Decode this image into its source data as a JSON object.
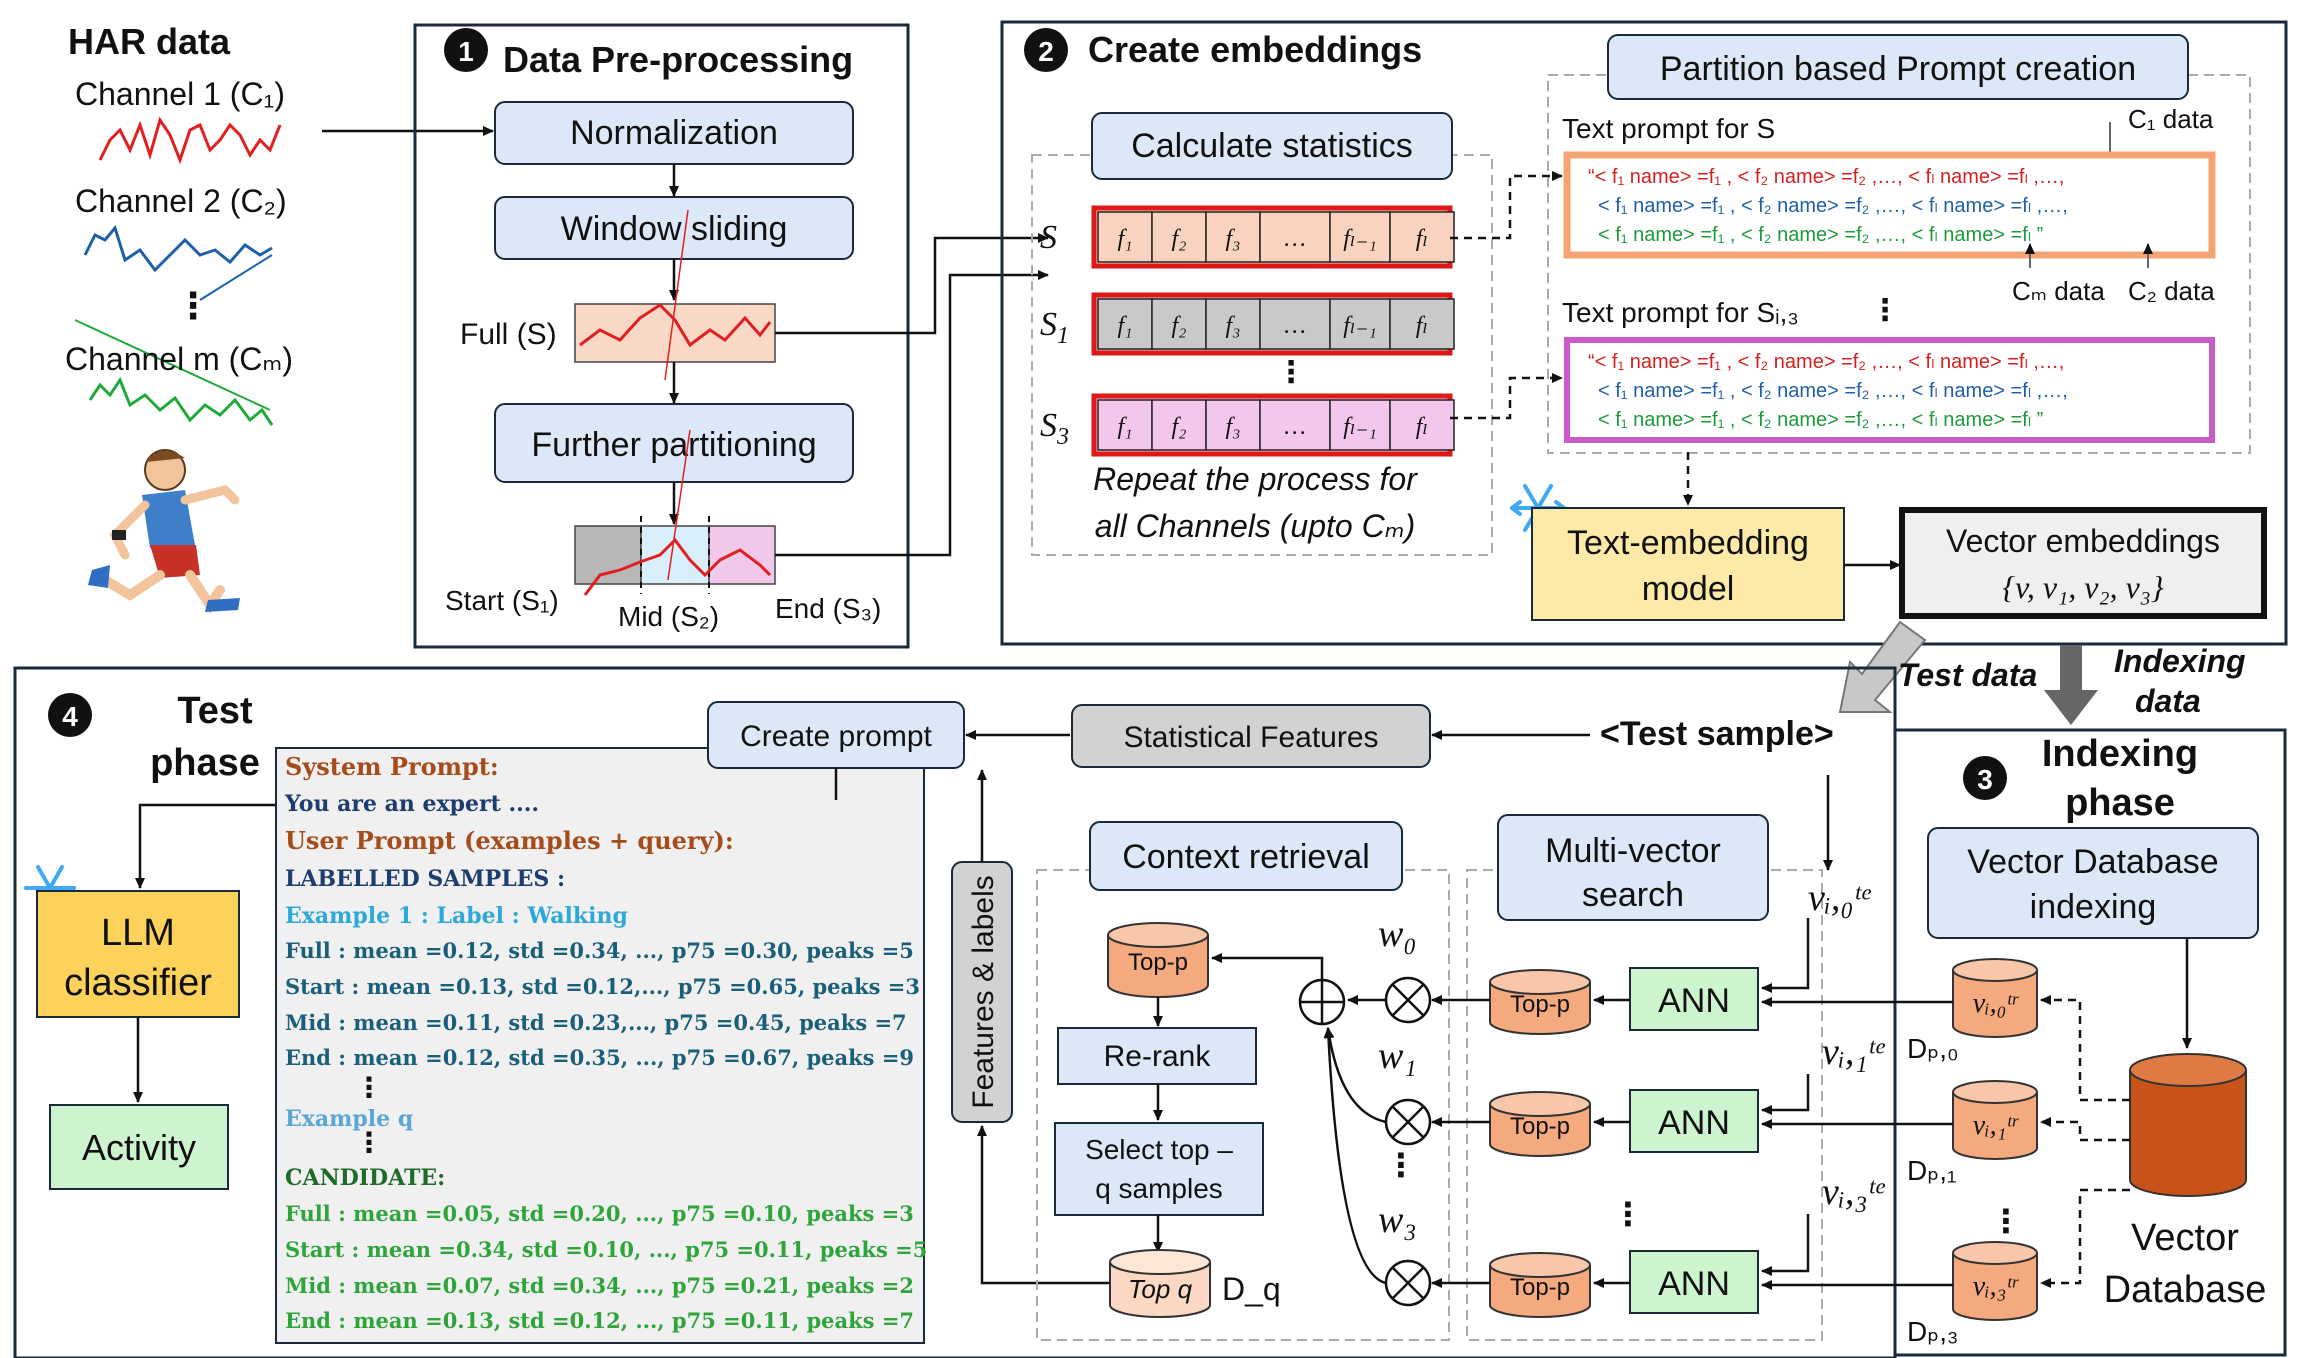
{
  "har": {
    "title": "HAR data",
    "channel_1": "Channel 1 (C₁)",
    "channel_2": "Channel 2 (C₂)",
    "channel_m": "Channel m (Cₘ)",
    "dots": "⋮",
    "colors": {
      "channel_1": "#e02020",
      "channel_2": "#1f5fa8",
      "channel_m": "#1faa3a"
    }
  },
  "step1": {
    "number": "1",
    "title": "Data Pre-processing",
    "normalization": "Normalization",
    "window_sliding": "Window sliding",
    "full_label": "Full (S)",
    "further_partitioning": "Further partitioning",
    "start_label": "Start (S₁)",
    "mid_label": "Mid (S₂)",
    "end_label": "End (S₃)"
  },
  "step2": {
    "number": "2",
    "title": "Create embeddings",
    "calc_stats": "Calculate statistics",
    "partition_prompt": "Partition based Prompt creation",
    "rows": [
      {
        "label": "S",
        "sub": "",
        "color": "#f9d3bf"
      },
      {
        "label": "S",
        "sub": "1",
        "color": "#c9c9c9"
      },
      {
        "label": "S",
        "sub": "3",
        "color": "#f3c7ec"
      }
    ],
    "cells": [
      "f₁",
      "f₂",
      "f₃",
      "…",
      "fₗ₋₁",
      "fₗ"
    ],
    "repeat_line1": "Repeat the process for",
    "repeat_line2": "all Channels (upto Cₘ)",
    "text_prompt_s": "Text prompt for S",
    "text_prompt_si3": "Text prompt for Sᵢ,₃",
    "c1_data": "C₁ data",
    "cm_data": "Cₘ data",
    "c2_data": "C₂ data",
    "prompt_lines": [
      "“< f₁ name> =f₁ , < f₂ name> =f₂ ,…, < fₗ name> =fₗ ,…,",
      "< f₁ name> =f₁ , < f₂ name> =f₂ ,…, < fₗ name> =fₗ ,…,",
      "< f₁ name> =f₁ , < f₂ name> =f₂ ,…, < fₗ name> =fₗ ”"
    ],
    "prompt_colors": [
      "#d42020",
      "#2060a8",
      "#1d9a3a"
    ],
    "text_embedding": [
      "Text-embedding",
      "model"
    ],
    "vector_embeddings": "Vector embeddings",
    "vector_set": "{v, v₁, v₂, v₃}"
  },
  "arrows": {
    "test_data": "Test data",
    "indexing_data": [
      "Indexing",
      "data"
    ]
  },
  "step3": {
    "number": "3",
    "title": [
      "Indexing",
      "phase"
    ],
    "vdb_indexing": [
      "Vector Database",
      "indexing"
    ],
    "vector_database": [
      "Vector",
      "Database"
    ],
    "stores": [
      {
        "value": "vᵢ,₀ᵗʳ",
        "label": "Dₚ,₀"
      },
      {
        "value": "vᵢ,₁ᵗʳ",
        "label": "Dₚ,₁"
      },
      {
        "value": "vᵢ,₃ᵗʳ",
        "label": "Dₚ,₃"
      }
    ]
  },
  "step4": {
    "number": "4",
    "title": [
      "Test",
      "phase"
    ],
    "create_prompt": "Create prompt",
    "statistical_features": "Statistical Features",
    "test_sample": "<Test sample>",
    "context_retrieval": "Context retrieval",
    "multi_vector_search": [
      "Multi-vector",
      "search"
    ],
    "features_labels": "Features & labels",
    "top_p": "Top-p",
    "rerank": "Re-rank",
    "select_top": [
      "Select top –",
      "q samples"
    ],
    "top_q": "Top q",
    "dq": "D_q",
    "ann": "ANN",
    "weights": [
      "w₀",
      "w₁",
      "w₃"
    ],
    "queries": [
      "vᵢ,₀ᵗᵉ",
      "vᵢ,₁ᵗᵉ",
      "vᵢ,₃ᵗᵉ"
    ],
    "llm_classifier": [
      "LLM",
      "classifier"
    ],
    "activity": "Activity"
  },
  "prompt_panel": {
    "system_prompt": "System Prompt:",
    "you_are": "You are an expert ....",
    "user_prompt": "User Prompt (examples + query):",
    "labelled": "LABELLED SAMPLES :",
    "example1": "Example 1 : Label : Walking",
    "full1": "Full : mean =0.12, std =0.34, ..., p75 =0.30, peaks =5",
    "start1": "Start :  mean =0.13, std =0.12,..., p75 =0.65, peaks =3",
    "mid1": "Mid : mean =0.11, std =0.23,..., p75 =0.45, peaks =7",
    "end1": "End : mean =0.12, std =0.35, ..., p75 =0.67, peaks =9",
    "example_q": "Example q",
    "candidate": "CANDIDATE:",
    "full_c": "Full : mean =0.05, std =0.20, ..., p75 =0.10, peaks =3",
    "start_c": "Start : mean =0.34, std =0.10, ..., p75 =0.11, peaks =5",
    "mid_c": "Mid : mean =0.07, std =0.34, ..., p75 =0.21, peaks =2",
    "end_c": "End : mean =0.13, std =0.12, ..., p75 =0.11, peaks =7"
  },
  "colors": {
    "light_blue_box": "#dce8f7",
    "yellow_box": "#fde9a8",
    "green_box": "#cdf3cf",
    "gray_box": "#d2d2d2",
    "orange_cyl": "#f4a97f",
    "db_cyl": "#c8531a",
    "llm_box": "#fdd25a"
  }
}
